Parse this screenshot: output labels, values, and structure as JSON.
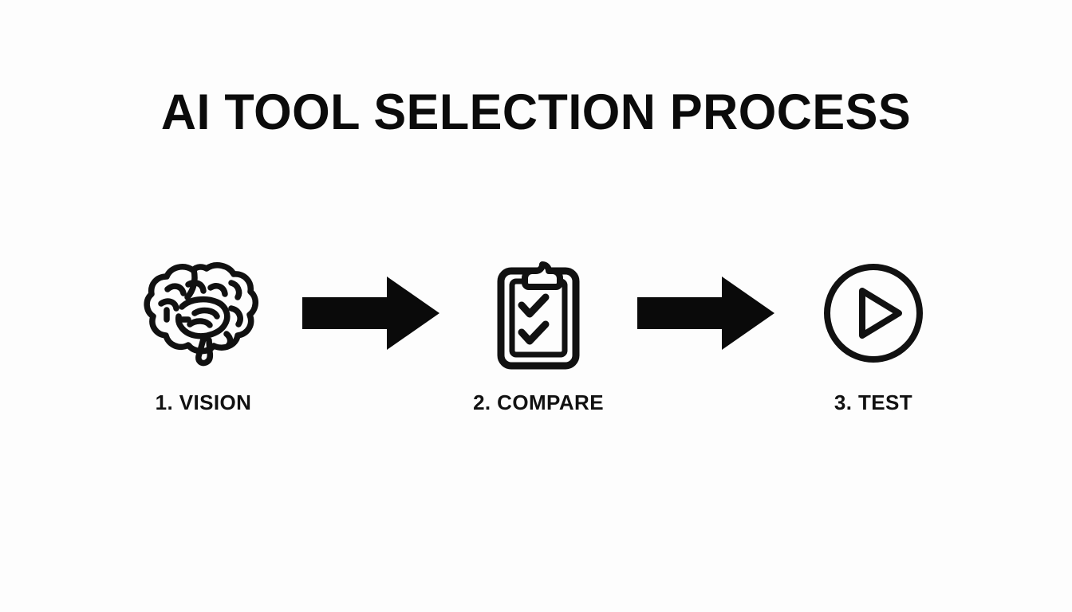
{
  "page": {
    "title": "AI TOOL SELECTION PROCESS",
    "background_color": "#fdfdfd",
    "ink_color": "#111111"
  },
  "flow": {
    "steps": [
      {
        "label": "1. VISION",
        "icon": "brain-icon"
      },
      {
        "label": "2. COMPARE",
        "icon": "clipboard-check-icon"
      },
      {
        "label": "3. TEST",
        "icon": "play-circle-icon"
      }
    ],
    "connectors": [
      {
        "icon": "arrow-right-icon"
      },
      {
        "icon": "arrow-right-icon"
      }
    ]
  }
}
